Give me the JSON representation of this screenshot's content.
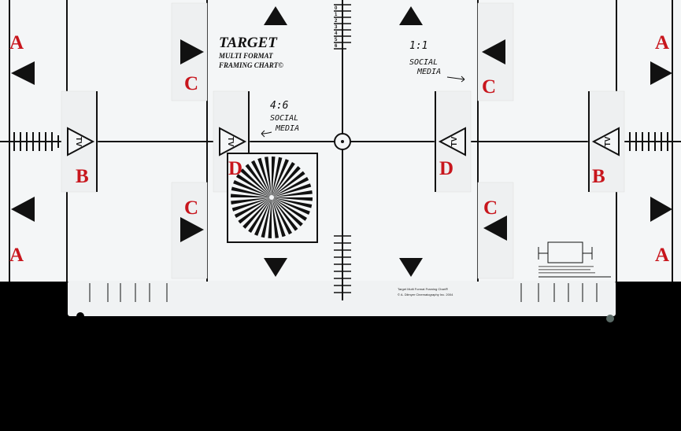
{
  "chart_title": {
    "line1": "TARGET",
    "line2": "MULTI FORMAT",
    "line3": "FRAMING CHART©"
  },
  "marks": {
    "a": "A",
    "b": "B",
    "c": "C",
    "d": "D",
    "tv": "TV"
  },
  "handwriting": {
    "left_line1": "4:6",
    "left_line2": "SOCIAL",
    "left_line3": "MEDIA",
    "right_line1": "1:1",
    "right_line2": "SOCIAL",
    "right_line3": "MEDIA"
  },
  "ruler_numbers": [
    "0",
    "1",
    "2",
    "3",
    "4",
    "5",
    "6"
  ],
  "footer": {
    "line1": "Target Multi Format Framing Chart®",
    "line2": "© A. Dilmyer Cinematography Inc. 2004"
  },
  "colors": {
    "background": "#000000",
    "board": "#f4f6f7",
    "letters": "#c8161d",
    "lines": "#111111"
  }
}
